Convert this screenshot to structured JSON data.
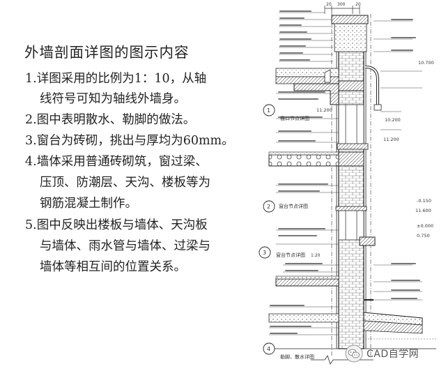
{
  "title": "外墙剖面详图的图示内容",
  "items": [
    {
      "lines": [
        "1.详图采用的比例为1：10，从轴",
        "线符号可知为轴线外墙身。"
      ]
    },
    {
      "lines": [
        "2.图中表明散水、勒脚的做法。"
      ]
    },
    {
      "lines": [
        "3.窗台为砖砌，挑出与厚均为60mm。"
      ]
    },
    {
      "lines": [
        "4.墙体采用普通砖砌筑，窗过梁、",
        "压顶、防潮层、天沟、楼板等为",
        "钢筋混凝土制作。"
      ]
    },
    {
      "lines": [
        "5.图中反映出楼板与墙体、天沟板",
        "与墙体、雨水管与墙体、过梁与",
        "墙体等相互间的位置关系。"
      ]
    }
  ],
  "drawing": {
    "dims_top": [
      "20",
      "300",
      "20"
    ],
    "elevations": [
      "11.200",
      "10.700",
      "11.200",
      "10.200",
      "11.600",
      "±0.000",
      "0.750",
      "-0.150"
    ],
    "details": [
      {
        "number": "1",
        "label": "檐口节点详图"
      },
      {
        "number": "2",
        "label": "窗台节点详图"
      },
      {
        "number": "3",
        "label": "窗台节点详图"
      },
      {
        "number": "4",
        "label": "勒脚、散水详图"
      }
    ],
    "scale": "1:20"
  },
  "watermark": {
    "icon": "wechat-icon",
    "text": "CAD自学网"
  }
}
